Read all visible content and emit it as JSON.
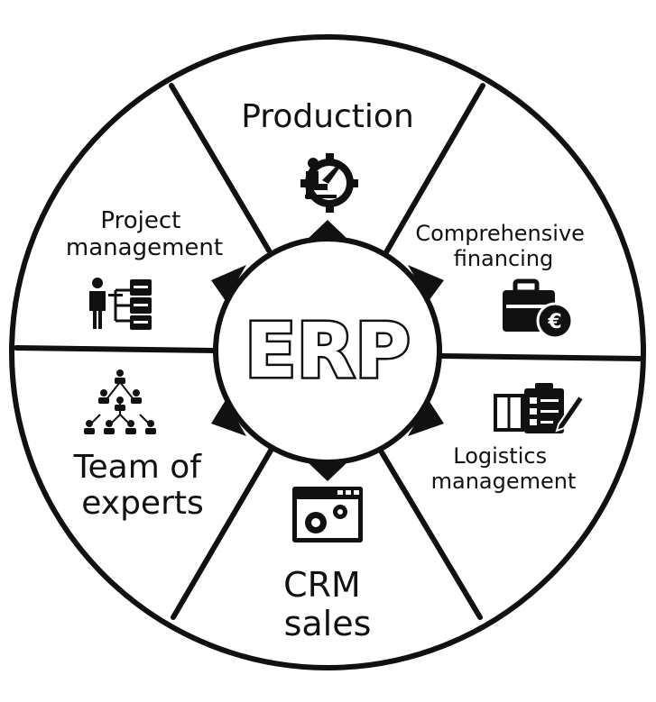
{
  "center": {
    "label": "ERP"
  },
  "segments": [
    {
      "id": "production",
      "lines": [
        "Production"
      ],
      "icon": "worker-gear-icon"
    },
    {
      "id": "comprehensive-financing",
      "lines": [
        "Comprehensive",
        "financing"
      ],
      "icon": "briefcase-euro-icon"
    },
    {
      "id": "logistics-management",
      "lines": [
        "Logistics",
        "management"
      ],
      "icon": "box-clipboard-icon"
    },
    {
      "id": "crm-sales",
      "lines": [
        "CRM",
        "sales"
      ],
      "icon": "browser-gears-icon"
    },
    {
      "id": "team-of-experts",
      "lines": [
        "Team of",
        "experts"
      ],
      "icon": "hierarchy-people-icon"
    },
    {
      "id": "project-management",
      "lines": [
        "Project",
        "management"
      ],
      "icon": "person-flowchart-icon"
    }
  ],
  "colors": {
    "stroke": "#111111",
    "fill": "#ffffff",
    "text": "#111111"
  }
}
